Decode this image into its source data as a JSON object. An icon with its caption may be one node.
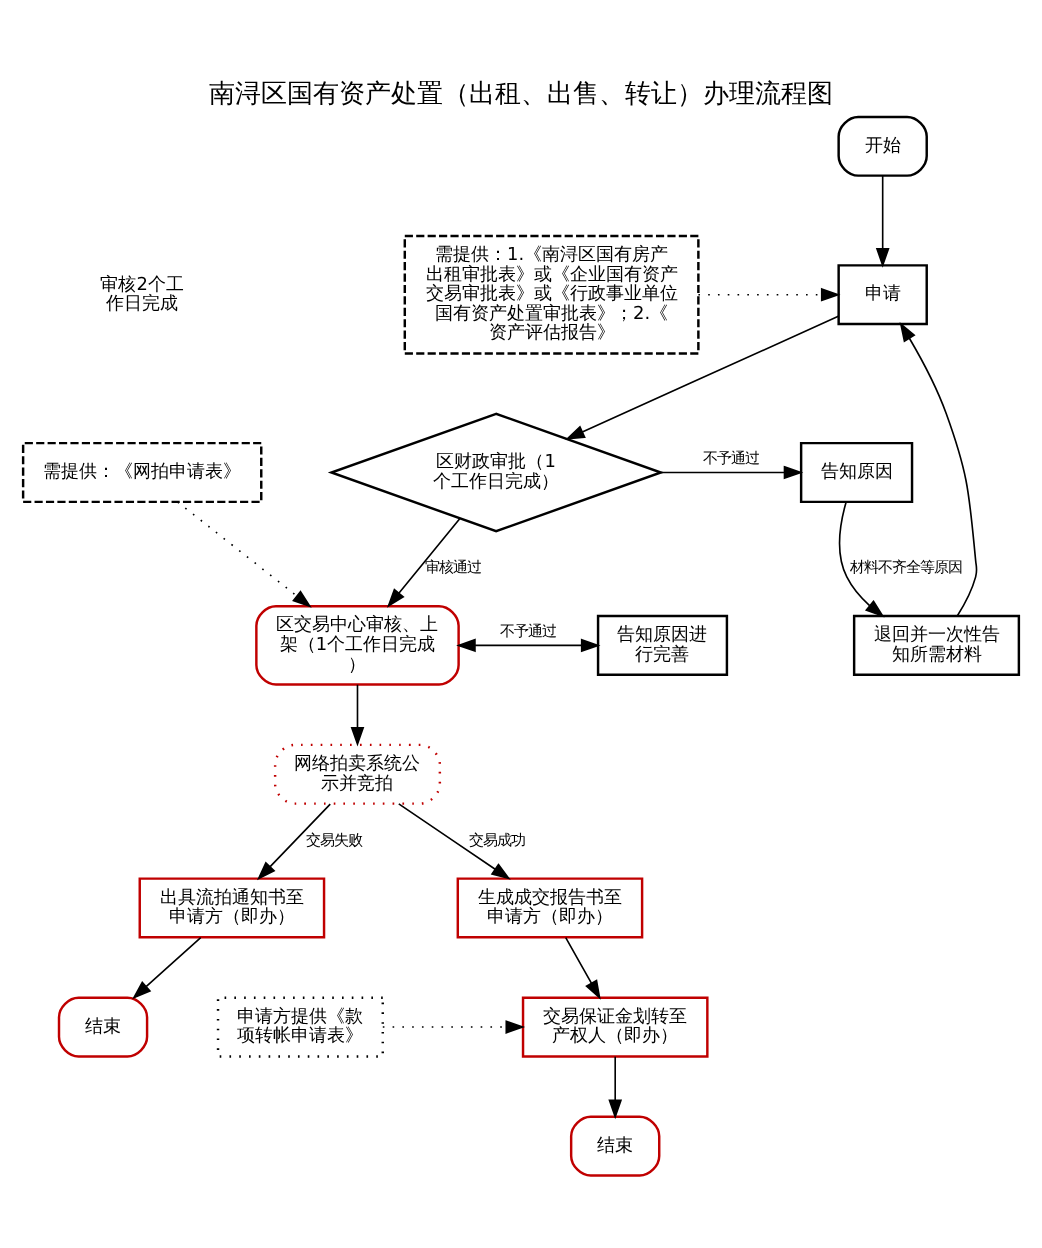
{
  "diagram": {
    "title": "南浔区国有资产处置（出租、出售、转让）办理流程图",
    "nodes": [
      {
        "text": [
          "开始"
        ]
      },
      {
        "text": [
          "申请"
        ]
      },
      {
        "text": [
          "区财政审批（1个工作日完成）"
        ]
      },
      {
        "text": [
          "告知原因"
        ]
      },
      {
        "text": [
          "退回并一次性告知所需材料"
        ]
      },
      {
        "text": [
          "区交易中心审核、上架（1个工作日完成）"
        ]
      },
      {
        "text": [
          "告知原因进行完善"
        ]
      },
      {
        "text": [
          "网络拍卖系统公示并竞拍"
        ]
      },
      {
        "text": [
          "出具流拍通知书至申请方（即办）"
        ]
      },
      {
        "text": [
          "结束"
        ]
      },
      {
        "text": [
          "生成成交报告书至申请方（即办）"
        ]
      },
      {
        "text": [
          "交易保证金划转至产权人（即办）"
        ]
      },
      {
        "text": [
          "结束"
        ]
      },
      {
        "text": [
          "需提供：1.《南浔区国有房产出租审批表》或《企业国有资产交易审批表》或《行政事业单位国有资产处置审批表》；2.《资产评估报告》"
        ]
      },
      {
        "text": [
          "需提供：《网拍申请表》"
        ]
      },
      {
        "text": [
          "申请方提供《款项转帐申请表》"
        ]
      }
    ],
    "edges": [
      {
        "from": 0,
        "to": 1,
        "arrow": "to"
      },
      {
        "from": 1,
        "to": 2,
        "arrow": "to"
      },
      {
        "from": 2,
        "to": 3,
        "arrow": "to",
        "label": "不予通过"
      },
      {
        "from": 3,
        "to": 4,
        "arrow": "to",
        "label": "材料不齐全等原因"
      },
      {
        "from": 4,
        "to": 1,
        "arrow": "to"
      },
      {
        "from": 2,
        "to": 5,
        "arrow": "to",
        "label": "审核通过"
      },
      {
        "from": 5,
        "to": 6,
        "arrow": "both",
        "label": "不予通过"
      },
      {
        "from": 5,
        "to": 7,
        "arrow": "to"
      },
      {
        "from": 7,
        "to": 8,
        "arrow": "to",
        "label": "交易失败"
      },
      {
        "from": 7,
        "to": 10,
        "arrow": "to",
        "label": "交易成功"
      },
      {
        "from": 8,
        "to": 9,
        "arrow": "to"
      },
      {
        "from": 10,
        "to": 11,
        "arrow": "to"
      },
      {
        "from": 11,
        "to": 12,
        "arrow": "to"
      },
      {
        "from": 13,
        "to": 1,
        "arrow": "to",
        "style": "dashed"
      },
      {
        "from": 14,
        "to": 5,
        "arrow": "to",
        "style": "dashed"
      },
      {
        "from": 15,
        "to": 11,
        "arrow": "to",
        "style": "dashed"
      }
    ],
    "labels": [
      "审核2个工作日完成"
    ]
  }
}
